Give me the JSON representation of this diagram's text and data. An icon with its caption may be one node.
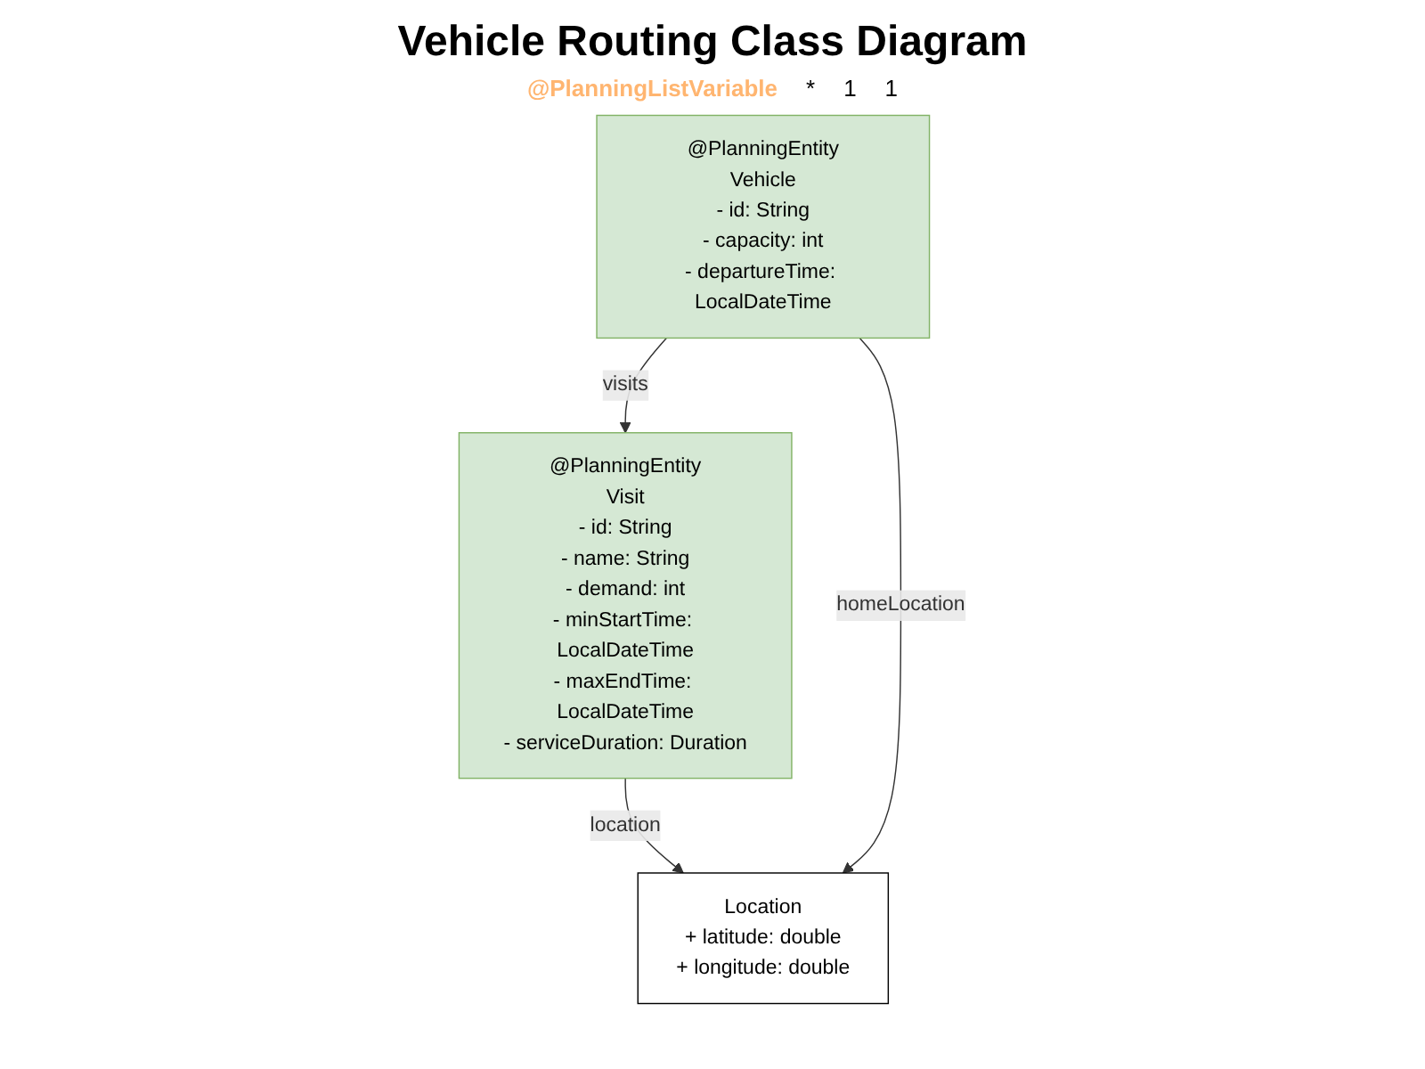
{
  "diagram": {
    "title": "Vehicle Routing Class Diagram",
    "nodes": [
      {
        "text": [
          "@PlanningEntity",
          "Visit",
          "- id: String",
          "- name: String",
          "- demand: int",
          "- minStartTime: LocalDateTime",
          "- maxEndTime: LocalDateTime",
          "- serviceDuration: Duration"
        ]
      },
      {
        "text": [
          "@PlanningEntity",
          "Vehicle",
          "- id: String",
          "- capacity: int",
          "- departureTime: LocalDateTime"
        ]
      },
      {
        "text": [
          "Location",
          "+ latitude: double",
          "+ longitude: double"
        ]
      }
    ],
    "edges": [
      {
        "from": 1,
        "to": 0,
        "arrow": "to",
        "label": "visits"
      },
      {
        "from": 0,
        "to": 2,
        "arrow": "to",
        "label": "location"
      },
      {
        "from": 1,
        "to": 2,
        "arrow": "to",
        "label": "homeLocation"
      }
    ],
    "labels": [
      "@PlanningListVariable",
      "*",
      "1",
      "1"
    ]
  }
}
